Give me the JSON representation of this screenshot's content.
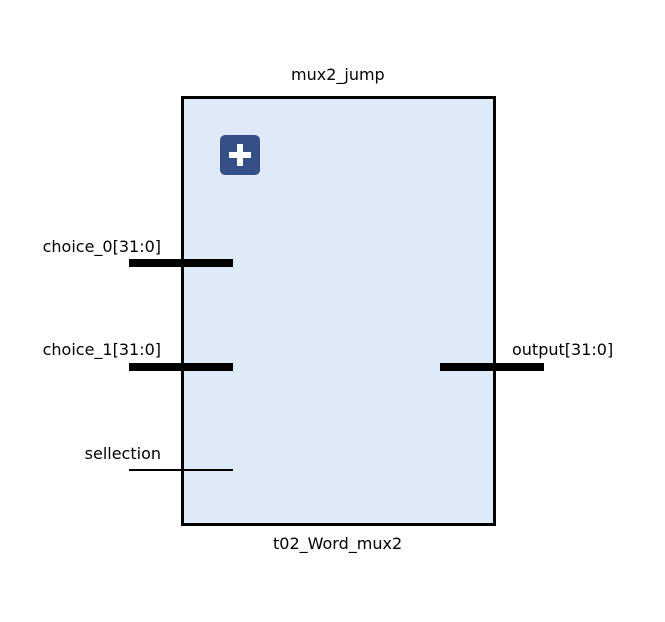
{
  "block": {
    "instance_name": "mux2_jump",
    "module_name": "t02_Word_mux2",
    "fill_color": "#dfeaf8",
    "expand_button_color": "#355087",
    "expand_icon": "plus-icon"
  },
  "ports": {
    "choice_0": {
      "label": "choice_0[31:0]",
      "direction": "input",
      "bus": true
    },
    "choice_1": {
      "label": "choice_1[31:0]",
      "direction": "input",
      "bus": true
    },
    "sellection": {
      "label": "sellection",
      "direction": "input",
      "bus": false
    },
    "output": {
      "label": "output[31:0]",
      "direction": "output",
      "bus": true
    }
  }
}
